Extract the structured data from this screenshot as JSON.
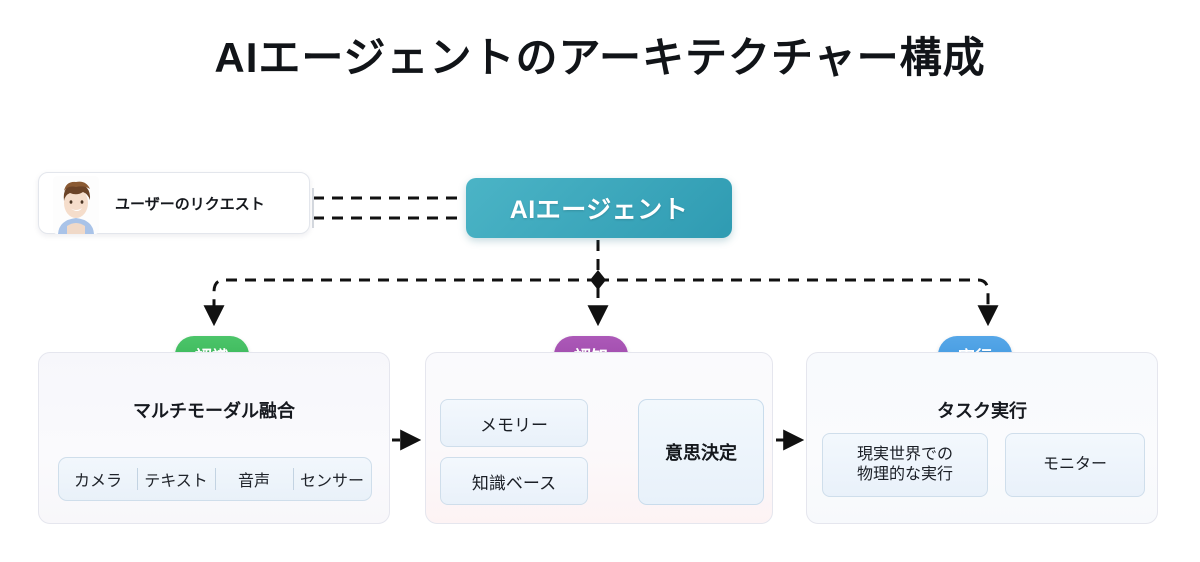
{
  "title": "AIエージェントのアーキテクチャー構成",
  "user": {
    "label": "ユーザーのリクエスト",
    "avatar_icon": "user-avatar-illustration"
  },
  "agent": {
    "label": "AIエージェント",
    "color": "#2f9bb2"
  },
  "stages": [
    {
      "badge": "認識",
      "badge_color": "#35b254",
      "heading": "マルチモーダル融合",
      "chips": [
        "カメラ",
        "テキスト",
        "音声",
        "センサー"
      ]
    },
    {
      "badge": "認知",
      "badge_color": "#9b46a8",
      "inputs": [
        "メモリー",
        "知識ベース"
      ],
      "decision": "意思決定"
    },
    {
      "badge": "実行",
      "badge_color": "#3d95dd",
      "heading": "タスク実行",
      "cards": [
        {
          "line1": "現実世界での",
          "line2": "物理的な実行"
        },
        {
          "line1": "モニター",
          "line2": ""
        }
      ]
    }
  ],
  "connectors": {
    "user_agent": "bidirectional-dashed",
    "agent_branch": "dashed-tree",
    "stage_flow": "dashed-arrow"
  }
}
